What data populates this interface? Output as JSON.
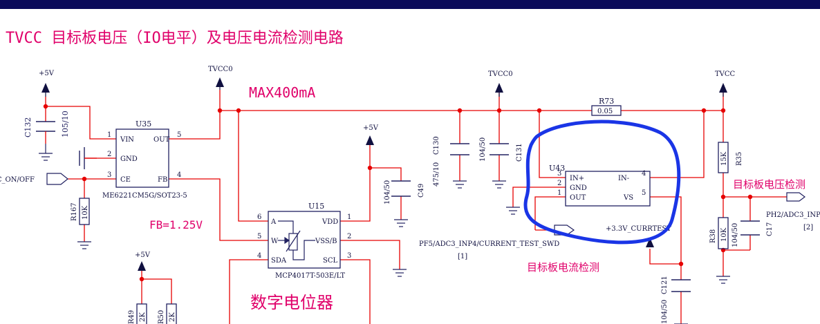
{
  "title": "TVCC 目标板电压（IO电平）及电压电流检测电路",
  "colors": {
    "wire": "#e60000",
    "part": "#202060",
    "text_red": "#e0006a",
    "ink": "#000000",
    "marker": "#1a35e6",
    "topbar": "#0a0a5a",
    "title": "#e0006a"
  },
  "power": {
    "p5v_1": "+5V",
    "tvcc0_1": "TVCC0",
    "p5v_2": "+5V",
    "tvcc0_2": "TVCC0",
    "tvcc": "TVCC",
    "p5v_3": "+5V",
    "p33": "+3.3V_CURRTEST"
  },
  "notes": {
    "max": "MAX400mA",
    "fb": "FB=1.25V",
    "digipot": "数字电位器",
    "cur_det": "目标板电流检测",
    "volt_det": "目标板电压检测"
  },
  "c132": {
    "ref": "C132",
    "val": "105/10"
  },
  "u35": {
    "ref": "U35",
    "part": "ME6221CM5G/SOT23-5",
    "pins": {
      "p1": "1",
      "p2": "2",
      "p3": "3",
      "p4": "4",
      "p5": "5"
    },
    "names": {
      "vin": "VIN",
      "gnd": "GND",
      "ce": "CE",
      "out": "OUT",
      "fb": "FB"
    }
  },
  "ctrl": {
    "label": "VCC_ON/OFF"
  },
  "r167": {
    "ref": "R167",
    "val": "10K"
  },
  "u15": {
    "ref": "U15",
    "part": "MCP4017T-503E/LT",
    "pins": {
      "p1": "1",
      "p2": "2",
      "p3": "3",
      "p4": "4",
      "p5": "5",
      "p6": "6"
    },
    "names": {
      "a": "A",
      "w": "W",
      "sda": "SDA",
      "vdd": "VDD",
      "vss": "VSS/B",
      "scl": "SCL"
    }
  },
  "c49": {
    "ref": "C49",
    "val": "104/50"
  },
  "c130": {
    "ref": "C130",
    "val": "475/10"
  },
  "c131": {
    "ref": "C131",
    "val": "104/50"
  },
  "r73": {
    "ref": "R73",
    "val": "0.05"
  },
  "u43": {
    "ref": "U43",
    "pins": {
      "p1": "1",
      "p2": "2",
      "p3": "3",
      "p4": "4",
      "p5": "5"
    },
    "names": {
      "inp": "IN+",
      "gnd": "GND",
      "out": "OUT",
      "inm": "IN-",
      "vs": "VS"
    }
  },
  "net_cur": {
    "label": "PF5/ADC3_INP4/CURRENT_TEST_SWD",
    "ref": "[1]"
  },
  "c121": {
    "ref": "C121",
    "val": "104/50"
  },
  "r35": {
    "ref": "R35",
    "val": "15K"
  },
  "r38": {
    "ref": "R38",
    "val": "10K"
  },
  "c17": {
    "ref": "C17",
    "val": "104/50"
  },
  "net_volt": {
    "label": "PH2/ADC3_INP",
    "ref": "[2]"
  },
  "r49": {
    "ref": "R49",
    "val": "2K"
  },
  "r50": {
    "ref": "R50",
    "val": "2K"
  }
}
